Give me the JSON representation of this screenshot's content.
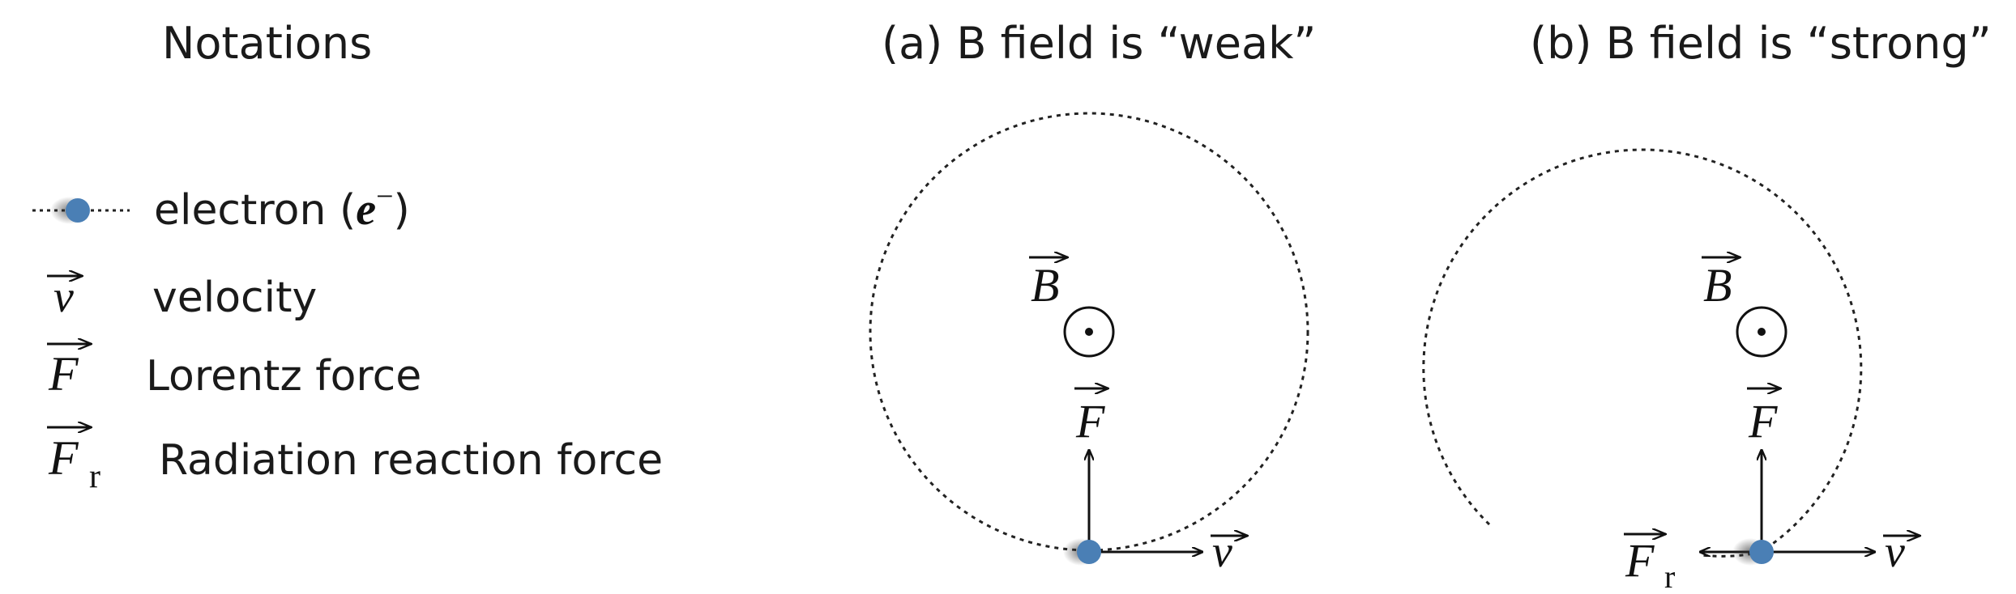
{
  "notations": {
    "title": "Notations",
    "electron_label": "electron (",
    "electron_symbol": "e",
    "electron_charge": "−",
    "electron_close": ")",
    "velocity_symbol": "v",
    "velocity_label": "velocity",
    "force_symbol": "F",
    "force_label": "Lorentz force",
    "radiation_symbol": "F",
    "radiation_subscript": "r",
    "radiation_label": "Radiation reaction force"
  },
  "panel_a": {
    "title": "(a) B field is “weak”",
    "field_symbol": "B",
    "force_symbol": "F",
    "velocity_symbol": "v"
  },
  "panel_b": {
    "title": "(b) B field is “strong”",
    "field_symbol": "B",
    "force_symbol": "F",
    "velocity_symbol": "v",
    "radiation_symbol": "F",
    "radiation_subscript": "r"
  },
  "colors": {
    "electron": "#4a7fb5",
    "text": "#1a1a1a"
  },
  "icons": [
    "electron-icon",
    "field-out-of-page-icon",
    "vector-arrow-icon"
  ]
}
